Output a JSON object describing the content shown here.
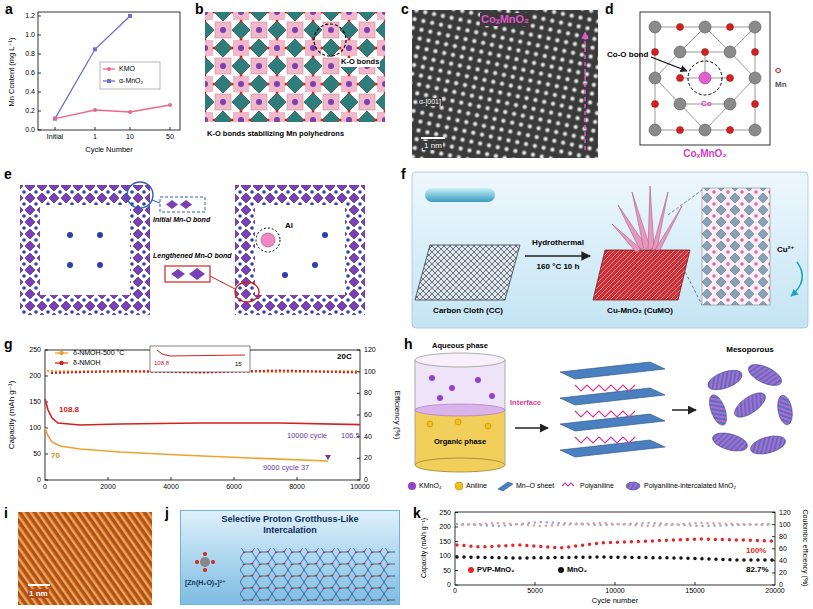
{
  "diagram": {
    "nodes": [
      {
        "text": [
          "Selective Proton Grotthuss-Like Intercalation"
        ]
      }
    ],
    "labels": [
      "a",
      "Mn Content (mg L⁻¹)",
      "0.0",
      "0.2",
      "0.4",
      "0.6",
      "0.8",
      "1.0",
      "1.2",
      "Initial",
      "1",
      "10",
      "50",
      "Cycle Number",
      "b",
      "K-O bonds",
      "K-O bonds stabilizing Mn polyhedrons",
      "c",
      "CoₓMnO₂",
      "α-[001]",
      "1 nm",
      "d",
      "Co-O bond",
      "O",
      "Mn",
      "Co",
      "CoₓMnO₂",
      "e",
      "Initial Mn-O bond",
      "Lengthened Mn-O bond",
      "Al",
      "f",
      "Hydrothermal",
      "160 °C 10 h",
      "Carbon Cloth (CC)",
      "Cu-MnO₂ (CuMO)",
      "Cu²⁺",
      "g",
      "Capacity (mAh g⁻¹)",
      "Efficiency (%)",
      "0",
      "50",
      "100",
      "150",
      "200",
      "250",
      "0",
      "20",
      "40",
      "60",
      "80",
      "100",
      "120",
      "0",
      "2000",
      "4000",
      "6000",
      "8000",
      "10000",
      "20C",
      "15",
      "108.8",
      "108.8",
      "70",
      "10000 cycle",
      "106.5",
      "9000 cycle 37",
      "h",
      "Aqueous phase",
      "Interface",
      "Organic phase",
      "Mesoporous",
      "i",
      "1 nm",
      "j",
      "[Zn(H₂O)₆]²⁺",
      "k",
      "Capacity (mAh g⁻¹)",
      "Coulombic efficiency (%)",
      "0",
      "50",
      "100",
      "150",
      "200",
      "250",
      "0",
      "20",
      "40",
      "60",
      "80",
      "100",
      "120",
      "0",
      "5000",
      "10000",
      "15000",
      "20000",
      "Cycle number",
      "100%",
      "82.7%"
    ],
    "legend": [
      {
        "text": "KMO"
      },
      {
        "text": "α-MnO₂"
      },
      {
        "text": "δ-NMOH-500 °C"
      },
      {
        "text": "δ-NMOH"
      },
      {
        "text": "KMnO₄"
      },
      {
        "text": "Aniline"
      },
      {
        "text": "Mn–O sheet"
      },
      {
        "text": "Polyaniline"
      },
      {
        "text": "Polyaniline-intercalated MnO₂"
      },
      {
        "text": "PVP-MnO₂",
        "color": "#e8262a"
      },
      {
        "text": "MnO₂",
        "color": "#111111"
      }
    ]
  }
}
